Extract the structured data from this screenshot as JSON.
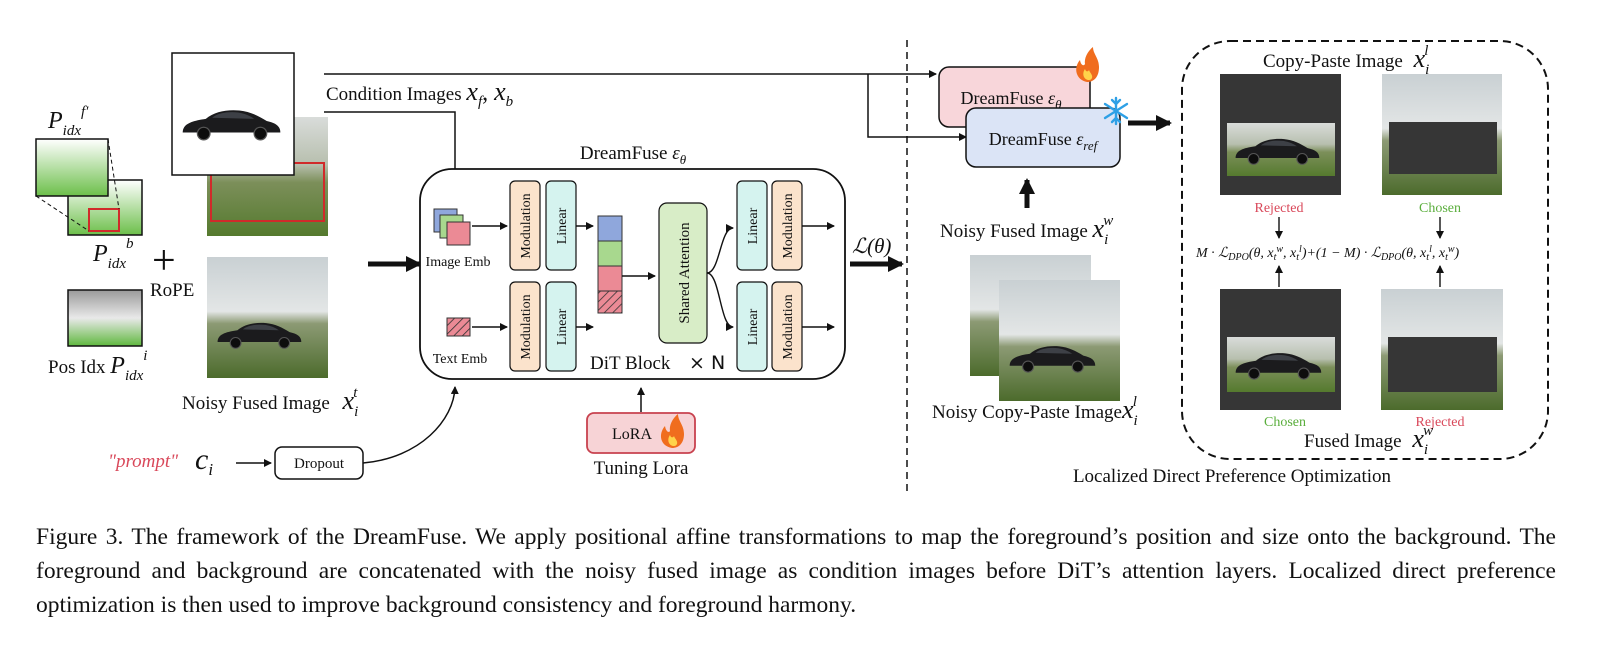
{
  "figure": {
    "left_stack": {
      "p_f_label": "P_idx^{f'}",
      "p_b_label": "P_idx^b",
      "rope_label": "RoPE",
      "pos_idx_label": "Pos Idx P_idx^i"
    },
    "inputs": {
      "condition_images_label": "Condition Images x_f, x_b",
      "noisy_fused_label": "Noisy Fused Image x_i^t",
      "prompt_label": "\"prompt\"",
      "prompt_symbol": "c_i",
      "dropout_label": "Dropout"
    },
    "dit": {
      "title": "DreamFuse ε_θ",
      "image_emb_label": "Image Emb",
      "text_emb_label": "Text Emb",
      "modulation_label": "Modulation",
      "linear_label": "Linear",
      "shared_attention_label": "Shared Attention",
      "block_label": "DiT Block",
      "block_multiplier": "× N",
      "loss_label": "L(θ)",
      "lora_label": "LoRA",
      "tuning_lora_label": "Tuning Lora"
    },
    "right": {
      "dreamfuse_theta_label": "DreamFuse ε_θ",
      "dreamfuse_ref_label": "DreamFuse ε_ref",
      "noisy_fused_w_label": "Noisy Fused Image x_i^w",
      "noisy_copy_paste_label": "Noisy Copy-Paste Image x_i^l",
      "copy_paste_title": "Copy-Paste Image x_i^l",
      "fused_title": "Fused Image x_i^w",
      "rejected_label": "Rejected",
      "chosen_label": "Chosen",
      "dpo_formula": "M · L_DPO(θ, x_t^w, x_t^l)+(1 − M) · L_DPO(θ, x_t^l, x_t^w)",
      "ldpo_title": "Localized Direct Preference Optimization"
    },
    "colors": {
      "modulation_fill": "#fbe3cc",
      "linear_fill": "#d5f3ef",
      "shared_attention_fill": "#d8edc7",
      "emb_blue": "#8fa7dc",
      "emb_green": "#a8d88e",
      "emb_pink": "#eb8a95",
      "lora_fill": "#f7d3d6",
      "lora_border": "#c8424f",
      "dreamfuse_theta_fill": "#f8d6da",
      "dreamfuse_ref_fill": "#dbe4f6",
      "rejected": "#d9485a",
      "chosen": "#5aae3c",
      "prompt": "#d9485a"
    }
  },
  "caption": {
    "text": "Figure 3. The framework of the DreamFuse. We apply positional affine transformations to map the foreground’s position and size onto the background. The foreground and background are concatenated with the noisy fused image as condition images before DiT’s attention layers. Localized direct preference optimization is then used to improve background consistency and foreground harmony."
  }
}
